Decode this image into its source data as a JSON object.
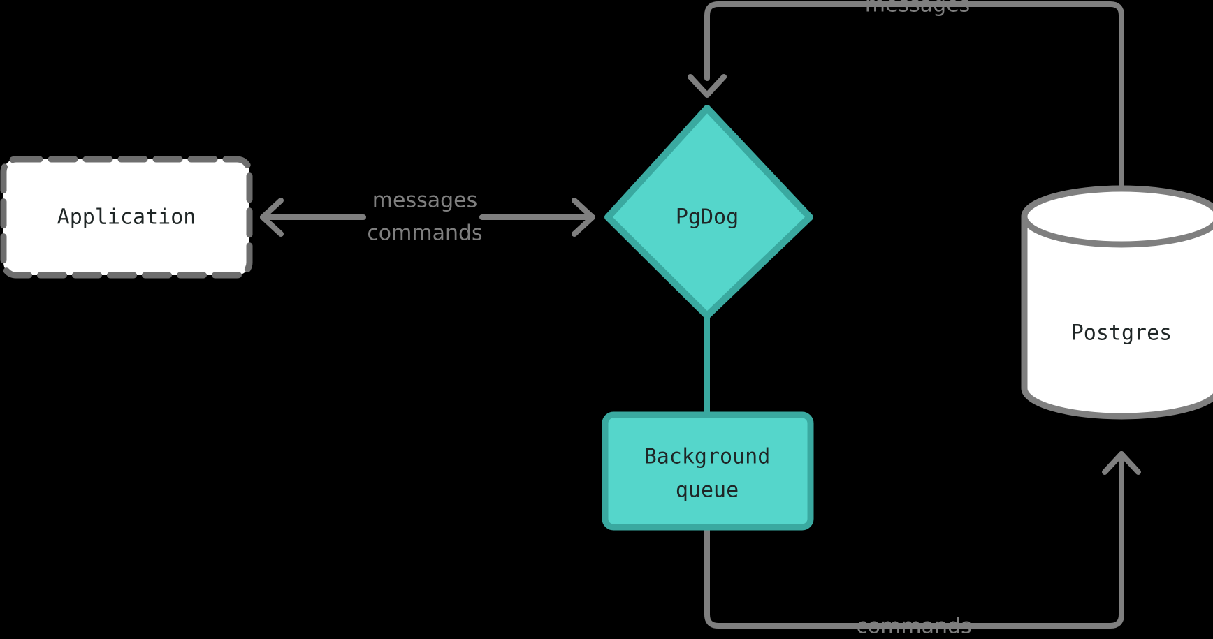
{
  "diagram": {
    "background_color": "#000000",
    "theme": {
      "accent_fill": "#55d6cb",
      "accent_stroke": "#3aa9a0",
      "node_text_color": "#1f2626",
      "edge_color": "#7f7f7f",
      "edge_label_color": "#7f7f7f",
      "plain_fill": "#ffffff",
      "plain_stroke": "#7f7f7f"
    },
    "nodes": [
      {
        "id": "application",
        "label": "Application",
        "shape": "dashed-rounded-rect",
        "fill": "#ffffff",
        "stroke": "#6e6e6e"
      },
      {
        "id": "pgdog",
        "label": "PgDog",
        "shape": "diamond",
        "fill": "#55d6cb",
        "stroke": "#3aa9a0"
      },
      {
        "id": "background_queue",
        "label_line1": "Background",
        "label_line2": "queue",
        "shape": "rounded-rect",
        "fill": "#55d6cb",
        "stroke": "#3aa9a0"
      },
      {
        "id": "postgres",
        "label": "Postgres",
        "shape": "cylinder",
        "fill": "#ffffff",
        "stroke": "#7f7f7f"
      }
    ],
    "edges": [
      {
        "id": "app-to-pgdog",
        "label_line1": "messages",
        "label_line2": "commands",
        "from": "application",
        "to": "pgdog",
        "direction": "bidirectional"
      },
      {
        "id": "postgres-to-pgdog",
        "label": "messages",
        "from": "postgres",
        "to": "pgdog",
        "direction": "to-pgdog"
      },
      {
        "id": "pgdog-to-queue",
        "label": "",
        "from": "pgdog",
        "to": "background_queue",
        "direction": "none"
      },
      {
        "id": "queue-to-postgres",
        "label": "commands",
        "from": "background_queue",
        "to": "postgres",
        "direction": "to-postgres"
      }
    ]
  }
}
